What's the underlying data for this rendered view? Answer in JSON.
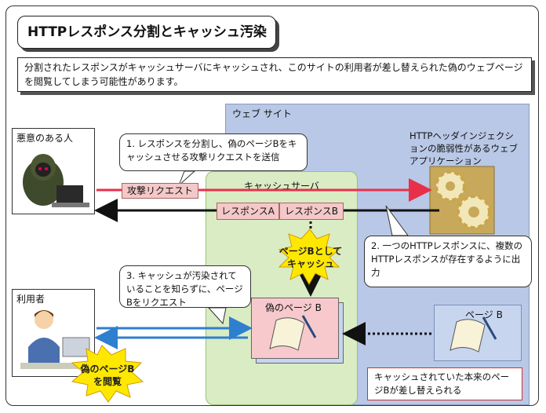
{
  "title": "HTTPレスポンス分割とキャッシュ汚染",
  "description": "分割されたレスポンスがキャッシュサーバにキャッシュされ、このサイトの利用者が差し替えられた偽のウェブページを閲覧してしまう可能性があります。",
  "website_label": "ウェブ サイト",
  "cache_server_label": "キャッシュサーバ",
  "attacker_label": "悪意のある人",
  "user_label": "利用者",
  "web_app_label": "HTTPヘッダインジェクションの脆弱性があるウェブアプリケーション",
  "attack_request_label": "攻撃リクエスト",
  "response_a_label": "レスポンスA",
  "response_b_label": "レスポンスB",
  "step1_text": "1. レスポンスを分割し、偽のページBをキャッシュさせる攻撃リクエストを送信",
  "step2_text": "2. 一つのHTTPレスポンスに、複数のHTTPレスポンスが存在するように出力",
  "step3_text": "3. キャッシュが汚染されていることを知らずに、ページBをリクエスト",
  "cache_burst_text": "ページBとして\nキャッシュ",
  "fake_page_label": "偽のページ B",
  "real_page_label": "ページ B",
  "view_fake_burst_text": "偽のページB\nを閲覧",
  "replaced_note": "キャッシュされていた本来のページBが差し替えられる",
  "colors": {
    "website_bg": "#b9c8e6",
    "cache_bg": "#d9ecc4",
    "attack_arrow": "#e8304a",
    "response_arrow": "#111111",
    "user_arrow": "#2f7fd0",
    "burst_fill": "#ffe800",
    "note_border": "#cc3333"
  },
  "icons": [
    "attacker-icon",
    "user-icon",
    "gears-icon",
    "scroll-icon"
  ]
}
